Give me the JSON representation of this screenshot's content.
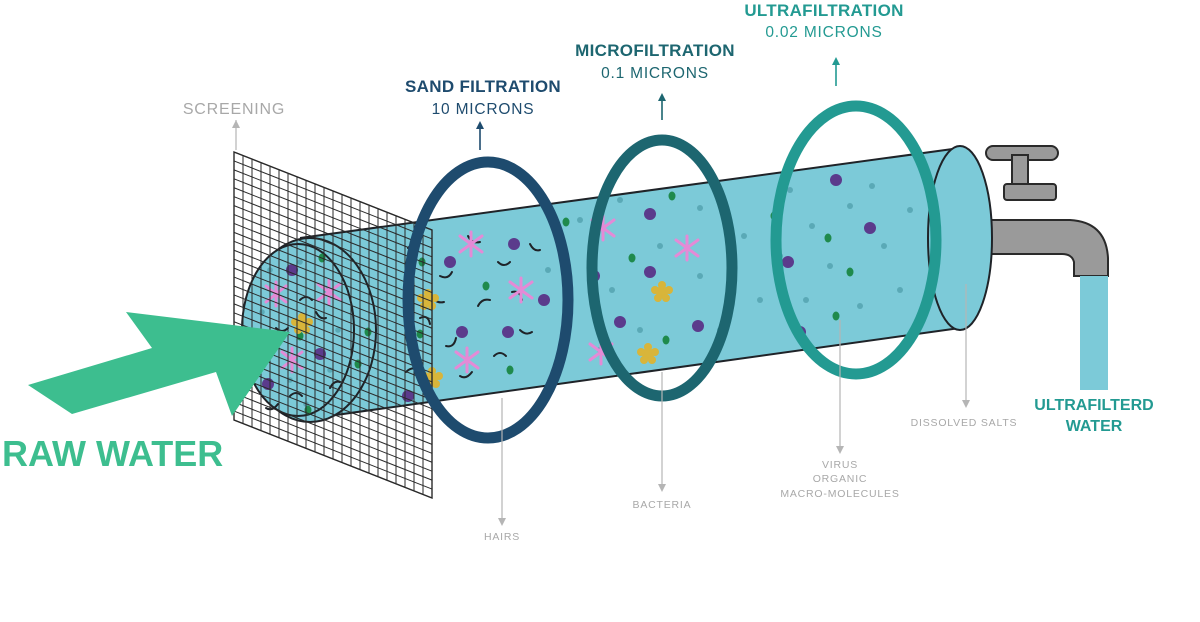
{
  "labels": {
    "raw_water": "RAW WATER",
    "screening": "SCREENING",
    "sand": {
      "title": "SAND FILTRATION",
      "size": "10 MICRONS"
    },
    "micro": {
      "title": "MICROFILTRATION",
      "size": "0.1 MICRONS"
    },
    "ultra": {
      "title": "ULTRAFILTRATION",
      "size": "0.02 MICRONS"
    },
    "output": {
      "line1": "ULTRAFILTERD",
      "line2": "WATER"
    },
    "contaminants": {
      "hairs": "HAIRS",
      "bacteria": "BACTERIA",
      "virus": "VIRUS",
      "organic": "ORGANIC",
      "macro": "MACRO-MOLECULES",
      "salts": "DISSOLVED SALTS"
    }
  },
  "colors": {
    "raw_arrow": "#3dbe8f",
    "water": "#7ccad8",
    "pipe_outline": "#1f2328",
    "ring_sand": "#1e4b6e",
    "ring_micro": "#1d6670",
    "ring_ultra": "#239a92",
    "label_sand": "#1e4b6e",
    "label_micro": "#1d6670",
    "label_ultra": "#239a92",
    "output_text": "#239a92",
    "faucet": "#9a9a9a",
    "mesh": "#2a2a2a",
    "muted_text": "#a8a8a8",
    "particle_purple": "#5b3b8c",
    "particle_green": "#1f8a4c",
    "particle_pink": "#e48ad6",
    "particle_yellow": "#d8b53a",
    "particle_dot": "#5aa9b6"
  }
}
